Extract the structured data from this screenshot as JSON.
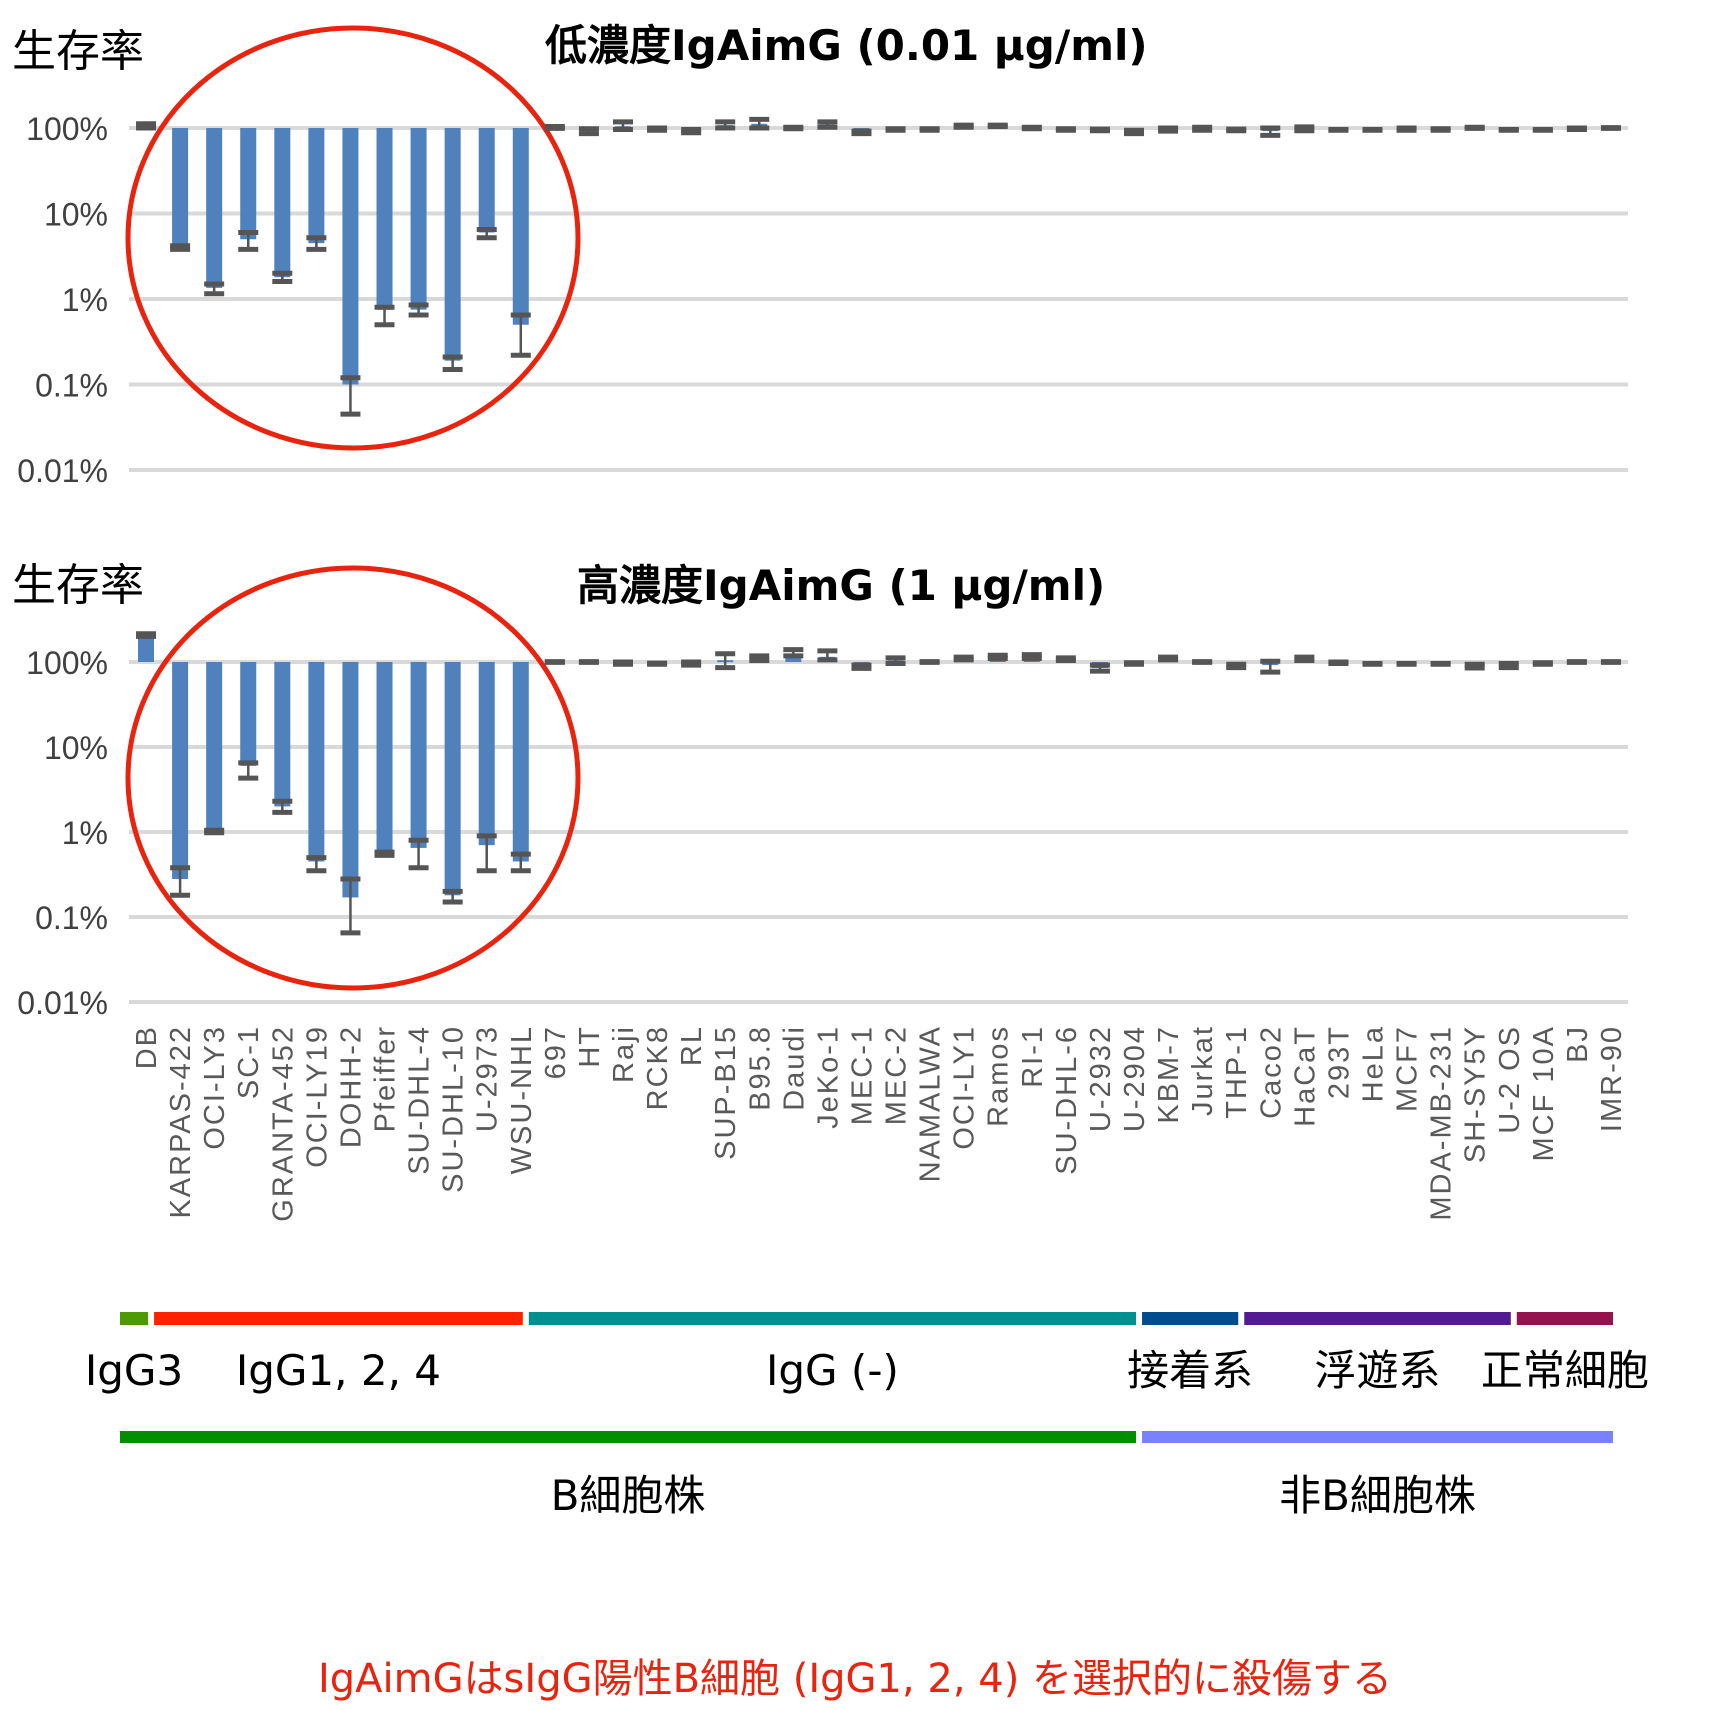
{
  "chart_data": [
    {
      "type": "bar",
      "title": "低濃度IgAimG (0.01 µg/ml)",
      "ylabel": "生存率",
      "yscale": "log",
      "ylim": [
        0.01,
        100
      ],
      "yticks": [
        "100%",
        "10%",
        "1%",
        "0.1%",
        "0.01%"
      ],
      "baseline": 100,
      "highlight_color": "#e8230e",
      "categories": [
        "DB",
        "KARPAS-422",
        "OCI-LY3",
        "SC-1",
        "GRANTA-452",
        "OCI-LY19",
        "DOHH-2",
        "Pfeiffer",
        "SU-DHL-4",
        "SU-DHL-10",
        "U-2973",
        "WSU-NHL",
        "697",
        "HT",
        "Raji",
        "RCK8",
        "RL",
        "SUP-B15",
        "B95.8",
        "Daudi",
        "JeKo-1",
        "MEC-1",
        "MEC-2",
        "NAMALWA",
        "OCI-LY1",
        "Ramos",
        "RI-1",
        "SU-DHL-6",
        "U-2932",
        "U-2904",
        "KBM-7",
        "Jurkat",
        "THP-1",
        "Caco2",
        "HaCaT",
        "293T",
        "HeLa",
        "MCF7",
        "MDA-MB-231",
        "SH-SY5Y",
        "U-2 OS",
        "MCF 10A",
        "BJ",
        "IMR-90"
      ],
      "values": [
        108,
        4,
        1.35,
        5,
        1.8,
        4.5,
        0.1,
        0.75,
        0.75,
        0.19,
        6,
        0.5,
        102,
        92,
        105,
        98,
        92,
        108,
        112,
        100,
        110,
        90,
        96,
        96,
        105,
        106,
        100,
        96,
        95,
        92,
        96,
        98,
        95,
        92,
        98,
        95,
        95,
        97,
        96,
        100,
        95,
        95,
        98,
        100
      ],
      "errors": [
        [
          100,
          112
        ],
        [
          3.8,
          4.2
        ],
        [
          1.15,
          1.5
        ],
        [
          3.8,
          6
        ],
        [
          1.6,
          2
        ],
        [
          3.8,
          5.2
        ],
        [
          0.045,
          0.12
        ],
        [
          0.5,
          0.8
        ],
        [
          0.65,
          0.85
        ],
        [
          0.15,
          0.21
        ],
        [
          5.2,
          6.5
        ],
        [
          0.22,
          0.65
        ],
        [
          99,
          104
        ],
        [
          86,
          98
        ],
        [
          96,
          118
        ],
        [
          94,
          100
        ],
        [
          88,
          96
        ],
        [
          100,
          118
        ],
        [
          100,
          126
        ],
        [
          98,
          102
        ],
        [
          102,
          118
        ],
        [
          86,
          92
        ],
        [
          94,
          98
        ],
        [
          94,
          98
        ],
        [
          102,
          108
        ],
        [
          104,
          108
        ],
        [
          98,
          102
        ],
        [
          94,
          98
        ],
        [
          93,
          97
        ],
        [
          86,
          94
        ],
        [
          92,
          100
        ],
        [
          94,
          102
        ],
        [
          93,
          97
        ],
        [
          82,
          100
        ],
        [
          93,
          103
        ],
        [
          94,
          96
        ],
        [
          94,
          96
        ],
        [
          94,
          100
        ],
        [
          94,
          98
        ],
        [
          99,
          102
        ],
        [
          94,
          96
        ],
        [
          94,
          96
        ],
        [
          96,
          100
        ],
        [
          99,
          101
        ]
      ]
    },
    {
      "type": "bar",
      "title": "高濃度IgAimG (1 µg/ml)",
      "ylabel": "生存率",
      "yscale": "log",
      "ylim": [
        0.01,
        100
      ],
      "yticks": [
        "100%",
        "10%",
        "1%",
        "0.1%",
        "0.01%"
      ],
      "baseline": 100,
      "categories": [
        "DB",
        "KARPAS-422",
        "OCI-LY3",
        "SC-1",
        "GRANTA-452",
        "OCI-LY19",
        "DOHH-2",
        "Pfeiffer",
        "SU-DHL-4",
        "SU-DHL-10",
        "U-2973",
        "WSU-NHL",
        "697",
        "HT",
        "Raji",
        "RCK8",
        "RL",
        "SUP-B15",
        "B95.8",
        "Daudi",
        "JeKo-1",
        "MEC-1",
        "MEC-2",
        "NAMALWA",
        "OCI-LY1",
        "Ramos",
        "RI-1",
        "SU-DHL-6",
        "U-2932",
        "U-2904",
        "KBM-7",
        "Jurkat",
        "THP-1",
        "Caco2",
        "HaCaT",
        "293T",
        "HeLa",
        "MCF7",
        "MDA-MB-231",
        "SH-SY5Y",
        "U-2 OS",
        "MCF 10A",
        "BJ",
        "IMR-90"
      ],
      "values": [
        190,
        0.28,
        1,
        6,
        2,
        0.45,
        0.17,
        0.55,
        0.65,
        0.18,
        0.7,
        0.45,
        100,
        100,
        97,
        95,
        96,
        105,
        110,
        125,
        115,
        88,
        104,
        100,
        110,
        115,
        115,
        108,
        85,
        96,
        110,
        100,
        90,
        92,
        108,
        98,
        95,
        95,
        95,
        90,
        92,
        96,
        100,
        100
      ],
      "errors": [
        [
          200,
          215
        ],
        [
          0.18,
          0.38
        ],
        [
          0.98,
          1.05
        ],
        [
          4.3,
          6.5
        ],
        [
          1.7,
          2.3
        ],
        [
          0.35,
          0.5
        ],
        [
          0.065,
          0.28
        ],
        [
          0.53,
          0.58
        ],
        [
          0.38,
          0.8
        ],
        [
          0.15,
          0.2
        ],
        [
          0.35,
          0.9
        ],
        [
          0.35,
          0.55
        ],
        [
          99,
          101
        ],
        [
          99,
          101
        ],
        [
          94,
          100
        ],
        [
          94,
          97
        ],
        [
          92,
          100
        ],
        [
          86,
          125
        ],
        [
          104,
          118
        ],
        [
          118,
          140
        ],
        [
          106,
          135
        ],
        [
          84,
          92
        ],
        [
          96,
          112
        ],
        [
          99,
          101
        ],
        [
          106,
          114
        ],
        [
          110,
          120
        ],
        [
          110,
          122
        ],
        [
          104,
          112
        ],
        [
          78,
          92
        ],
        [
          94,
          98
        ],
        [
          106,
          114
        ],
        [
          99,
          101
        ],
        [
          86,
          94
        ],
        [
          76,
          102
        ],
        [
          104,
          114
        ],
        [
          96,
          100
        ],
        [
          94,
          96
        ],
        [
          94,
          96
        ],
        [
          94,
          96
        ],
        [
          85,
          94
        ],
        [
          86,
          96
        ],
        [
          94,
          98
        ],
        [
          99,
          101
        ],
        [
          99,
          101
        ]
      ]
    }
  ],
  "groups_level1": [
    {
      "label": "IgG3",
      "count": 1,
      "color": "#4e9a06"
    },
    {
      "label": "IgG1, 2, 4",
      "count": 11,
      "color": "#ff2200"
    },
    {
      "label": "IgG (-)",
      "count": 18,
      "color": "#009090"
    },
    {
      "label": "接着系",
      "count": 3,
      "color": "#004c8c"
    },
    {
      "label": "浮遊系",
      "count": 8,
      "color": "#531b93"
    },
    {
      "label": "正常細胞",
      "count": 3,
      "color": "#94124e"
    }
  ],
  "groups_level2": [
    {
      "label": "B細胞株",
      "count": 30,
      "color": "#008f00"
    },
    {
      "label": "非B細胞株",
      "count": 14,
      "color": "#7a81ff"
    }
  ],
  "conclusion": "IgAimGはsIgG陽性B細胞 (IgG1, 2, 4) を選択的に殺傷する"
}
